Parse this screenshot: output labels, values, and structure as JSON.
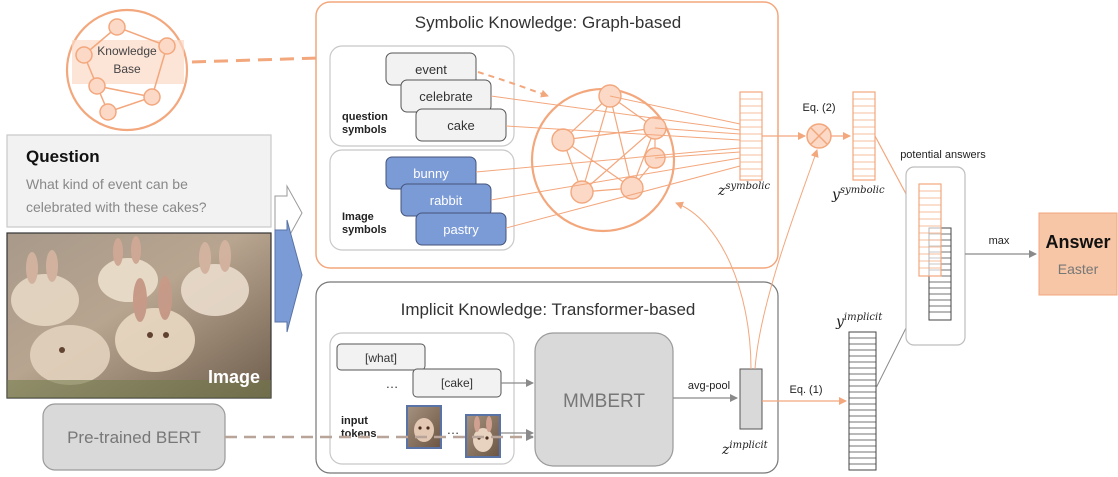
{
  "knowledge_base": {
    "line1": "Knowledge",
    "line2": "Base"
  },
  "symbolic": {
    "title": "Symbolic Knowledge: Graph-based",
    "question_label1": "question",
    "question_label2": "symbols",
    "question_symbols": [
      "event",
      "celebrate",
      "cake"
    ],
    "image_label1": "Image",
    "image_label2": "symbols",
    "image_symbols": [
      "bunny",
      "rabbit",
      "pastry"
    ],
    "z_main": "z",
    "z_sup": "symbolic",
    "eq_label": "Eq. (2)",
    "y_main": "y",
    "y_sup": "symbolic"
  },
  "question": {
    "title": "Question",
    "text_line1": "What kind of event can be",
    "text_line2": "celebrated with these cakes?"
  },
  "image": {
    "label": "Image"
  },
  "implicit": {
    "title": "Implicit Knowledge: Transformer-based",
    "tokens": [
      "[what]",
      "…",
      "[cake]"
    ],
    "input_label1": "input",
    "input_label2": "tokens",
    "image_dots": "…",
    "mmbert": "MMBERT",
    "avgpool": "avg-pool",
    "z_main": "z",
    "z_sup": "implicit",
    "eq_label": "Eq. (1)",
    "y_main": "y",
    "y_sup": "implicit"
  },
  "pretrained": "Pre-trained BERT",
  "potential_answers": "potential answers",
  "max_label": "max",
  "answer": {
    "title": "Answer",
    "value": "Easter"
  },
  "colors": {
    "orange": "#f3a77d",
    "orange_fill": "#fbd9c6",
    "blue": "#7b9bd6",
    "gray_fill": "#d9d9d9",
    "gray_border": "#9a9a9a",
    "answer_fill": "#f6c6a6"
  }
}
